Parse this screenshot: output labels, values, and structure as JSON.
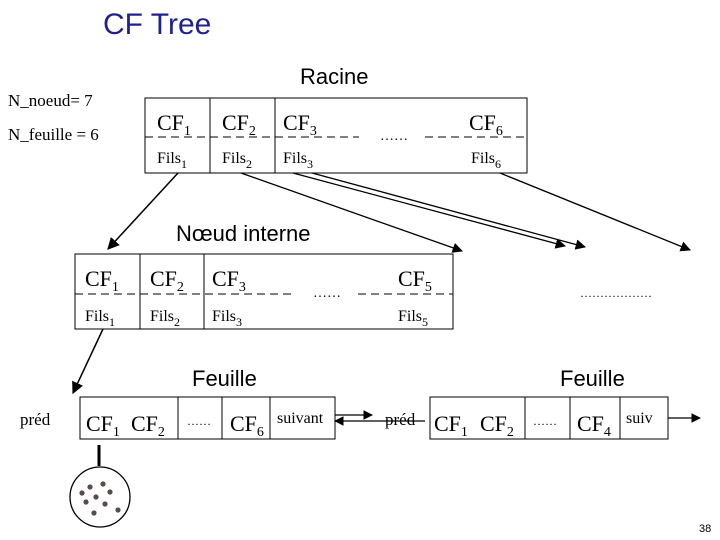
{
  "title": "CF Tree",
  "labels": {
    "racine": "Racine",
    "n_noeud": "N_noeud= 7",
    "n_feuille": "N_feuille = 6",
    "internal": "Nœud interne",
    "leaf1": "Feuille",
    "leaf2": "Feuille",
    "page": "38"
  },
  "root_node": {
    "entries": [
      {
        "cf": "CF",
        "cf_sub": "1",
        "child": "Fils",
        "child_sub": "1"
      },
      {
        "cf": "CF",
        "cf_sub": "2",
        "child": "Fils",
        "child_sub": "2"
      },
      {
        "cf": "CF",
        "cf_sub": "3",
        "child": "Fils",
        "child_sub": "3"
      },
      {
        "cf": "CF",
        "cf_sub": "6",
        "child": "Fils",
        "child_sub": "6"
      }
    ],
    "ellipsis": "……"
  },
  "internal_node": {
    "entries": [
      {
        "cf": "CF",
        "cf_sub": "1",
        "child": "Fils",
        "child_sub": "1"
      },
      {
        "cf": "CF",
        "cf_sub": "2",
        "child": "Fils",
        "child_sub": "2"
      },
      {
        "cf": "CF",
        "cf_sub": "3",
        "child": "Fils",
        "child_sub": "3"
      },
      {
        "cf": "CF",
        "cf_sub": "5",
        "child": "Fils",
        "child_sub": "5"
      }
    ],
    "ellipsis": "……",
    "side_ellipsis": "………………"
  },
  "leaf1": {
    "prev": "préd",
    "entries": [
      {
        "cf": "CF",
        "cf_sub": "1"
      },
      {
        "cf": "CF",
        "cf_sub": "2"
      },
      {
        "cf": "CF",
        "cf_sub": "6"
      }
    ],
    "ellipsis": "……",
    "next": "suivant"
  },
  "leaf2": {
    "prev": "préd",
    "entries": [
      {
        "cf": "CF",
        "cf_sub": "1"
      },
      {
        "cf": "CF",
        "cf_sub": "2"
      },
      {
        "cf": "CF",
        "cf_sub": "4"
      }
    ],
    "ellipsis": "……",
    "next": "suiv"
  }
}
